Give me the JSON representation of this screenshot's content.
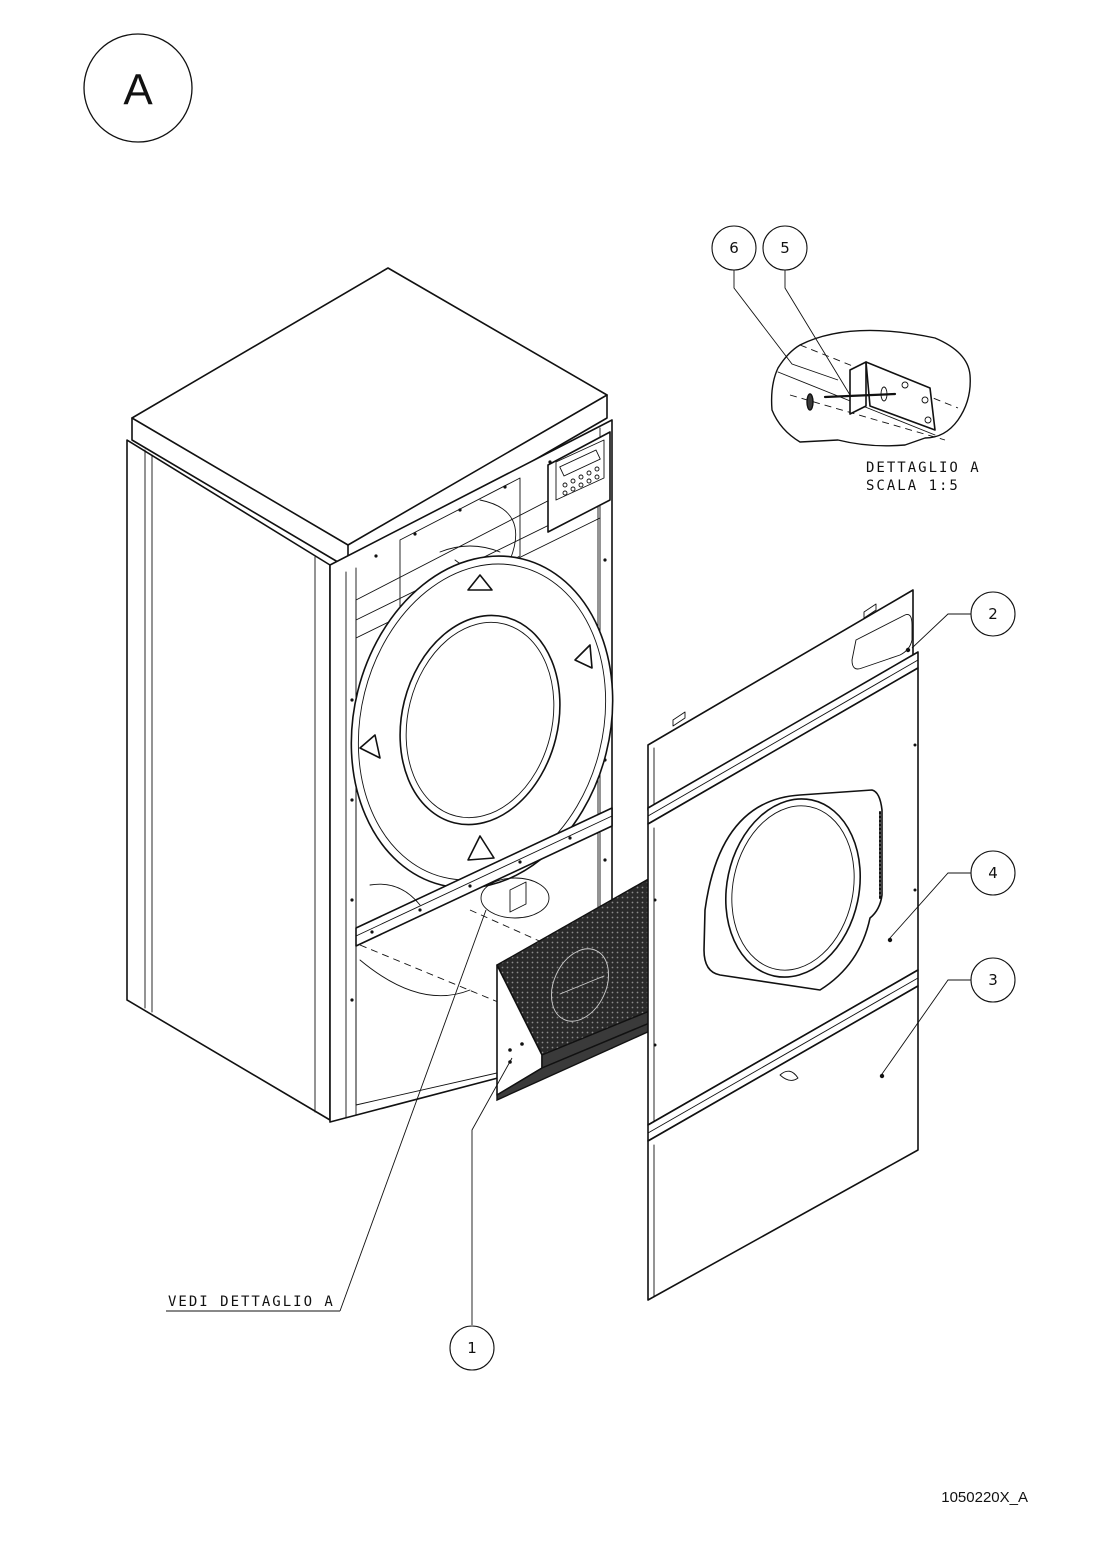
{
  "view_label": "A",
  "callouts": {
    "c1": "1",
    "c2": "2",
    "c3": "3",
    "c4": "4",
    "c5": "5",
    "c6": "6"
  },
  "detail": {
    "title": "DETTAGLIO A",
    "scale": "SCALA 1:5",
    "see_detail": "VEDI DETTAGLIO A"
  },
  "drawing_ref": "1050220X_A"
}
